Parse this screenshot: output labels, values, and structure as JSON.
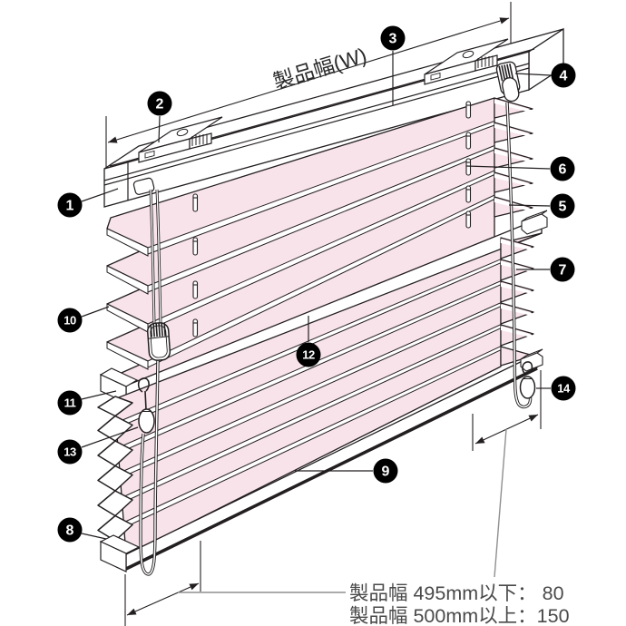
{
  "figure": {
    "product_width_label": "製品幅(W)",
    "notes": [
      "製品幅 495mm以下： 80",
      "製品幅 500mm以上：150"
    ]
  },
  "callouts": [
    {
      "number": "1"
    },
    {
      "number": "2"
    },
    {
      "number": "3"
    },
    {
      "number": "4"
    },
    {
      "number": "5"
    },
    {
      "number": "6"
    },
    {
      "number": "7"
    },
    {
      "number": "8"
    },
    {
      "number": "9"
    },
    {
      "number": "10"
    },
    {
      "number": "11"
    },
    {
      "number": "12"
    },
    {
      "number": "13"
    },
    {
      "number": "14"
    }
  ],
  "colors": {
    "fabric_pink": "#f8e3eb",
    "outline": "#231f20",
    "note_text": "#4a4a4a",
    "leader_gray": "#8f8f8f",
    "badge_black": "#000000",
    "white": "#ffffff"
  }
}
